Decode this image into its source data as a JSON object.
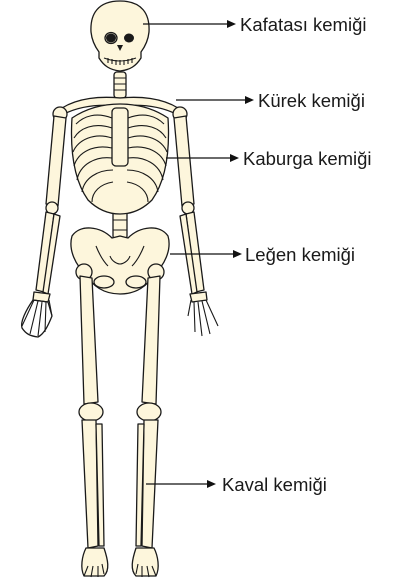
{
  "colors": {
    "bone": "#fdf6dc",
    "outline": "#1a1a1a",
    "background": "#ffffff"
  },
  "labels": {
    "skull": "Kafatası kemiği",
    "scapula": "Kürek kemiği",
    "ribs": "Kaburga kemiği",
    "pelvis": "Leğen kemiği",
    "tibia": "Kaval kemiği"
  }
}
